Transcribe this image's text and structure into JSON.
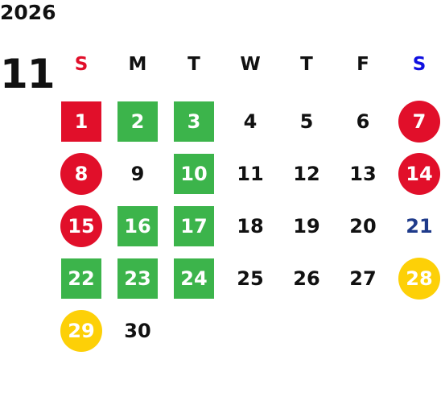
{
  "calendar": {
    "year": "2026",
    "month": "11",
    "weekdays": [
      {
        "label": "S",
        "color": "#e10f2a"
      },
      {
        "label": "M",
        "color": "#111111"
      },
      {
        "label": "T",
        "color": "#111111"
      },
      {
        "label": "W",
        "color": "#111111"
      },
      {
        "label": "T",
        "color": "#111111"
      },
      {
        "label": "F",
        "color": "#111111"
      },
      {
        "label": "S",
        "color": "#1010e0"
      }
    ],
    "days": [
      {
        "label": "1",
        "style": "red-square"
      },
      {
        "label": "2",
        "style": "green-square"
      },
      {
        "label": "3",
        "style": "green-square"
      },
      {
        "label": "4",
        "style": "plain"
      },
      {
        "label": "5",
        "style": "plain"
      },
      {
        "label": "6",
        "style": "plain"
      },
      {
        "label": "7",
        "style": "red-circle"
      },
      {
        "label": "8",
        "style": "red-circle"
      },
      {
        "label": "9",
        "style": "plain"
      },
      {
        "label": "10",
        "style": "green-square"
      },
      {
        "label": "11",
        "style": "plain"
      },
      {
        "label": "12",
        "style": "plain"
      },
      {
        "label": "13",
        "style": "plain"
      },
      {
        "label": "14",
        "style": "red-circle"
      },
      {
        "label": "15",
        "style": "red-circle"
      },
      {
        "label": "16",
        "style": "green-square"
      },
      {
        "label": "17",
        "style": "green-square"
      },
      {
        "label": "18",
        "style": "plain"
      },
      {
        "label": "19",
        "style": "plain"
      },
      {
        "label": "20",
        "style": "plain"
      },
      {
        "label": "21",
        "style": "blue-text"
      },
      {
        "label": "22",
        "style": "green-square"
      },
      {
        "label": "23",
        "style": "green-square"
      },
      {
        "label": "24",
        "style": "green-square"
      },
      {
        "label": "25",
        "style": "plain"
      },
      {
        "label": "26",
        "style": "plain"
      },
      {
        "label": "27",
        "style": "plain"
      },
      {
        "label": "28",
        "style": "yellow-circle"
      },
      {
        "label": "29",
        "style": "yellow-circle"
      },
      {
        "label": "30",
        "style": "plain"
      }
    ]
  }
}
